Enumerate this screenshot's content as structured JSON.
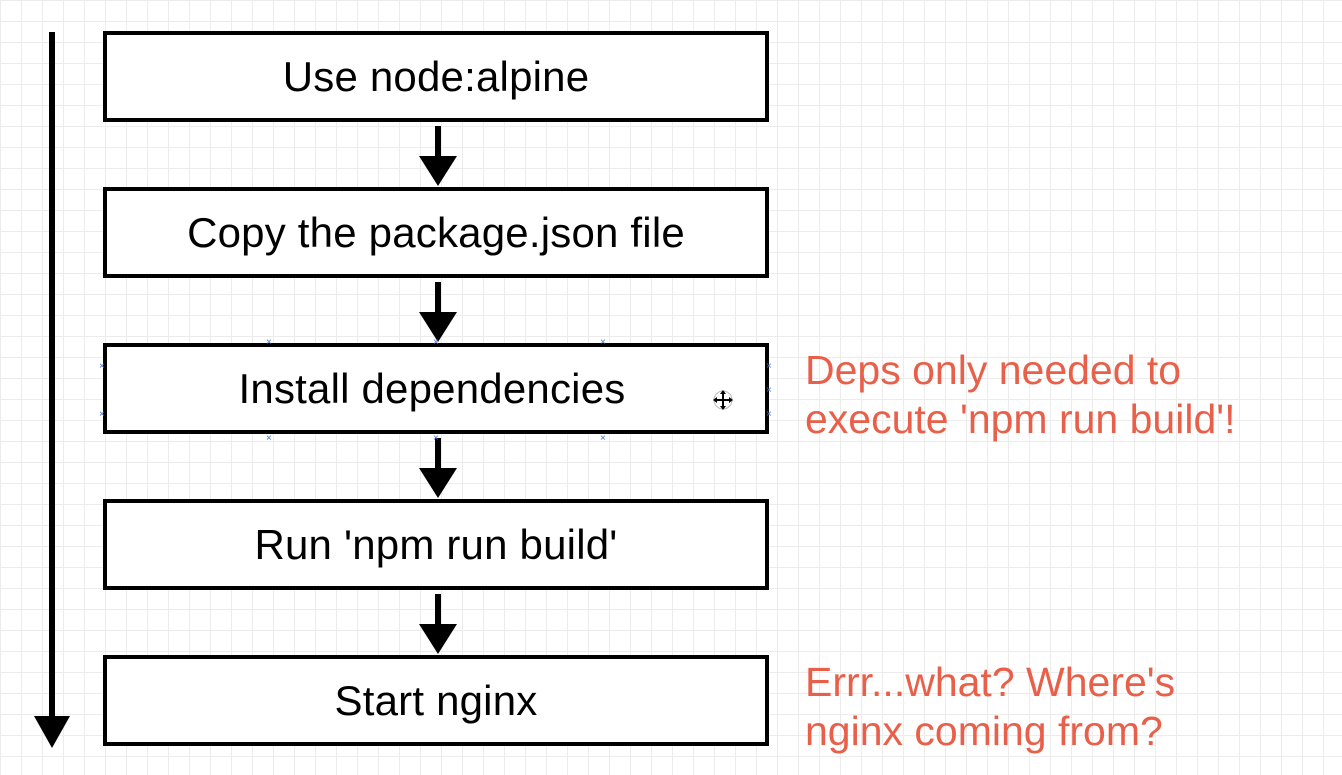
{
  "steps": [
    {
      "label": "Use node:alpine"
    },
    {
      "label": "Copy the package.json file"
    },
    {
      "label": "Install dependencies"
    },
    {
      "label": "Run 'npm run build'"
    },
    {
      "label": "Start nginx"
    }
  ],
  "notes": [
    {
      "text_lines": [
        "Deps only needed to",
        "execute 'npm run build'!"
      ]
    },
    {
      "text_lines": [
        "Errr...what? Where's",
        "nginx coming from?"
      ]
    }
  ],
  "selected_step": "Install dependencies",
  "colors": {
    "annotation": "#e9604a",
    "stroke": "#000000",
    "grid": "#ececec",
    "selection": "#4a6fd6"
  },
  "icons": [
    "down-arrow-icon",
    "move-cursor-icon",
    "selection-handle-icon"
  ]
}
